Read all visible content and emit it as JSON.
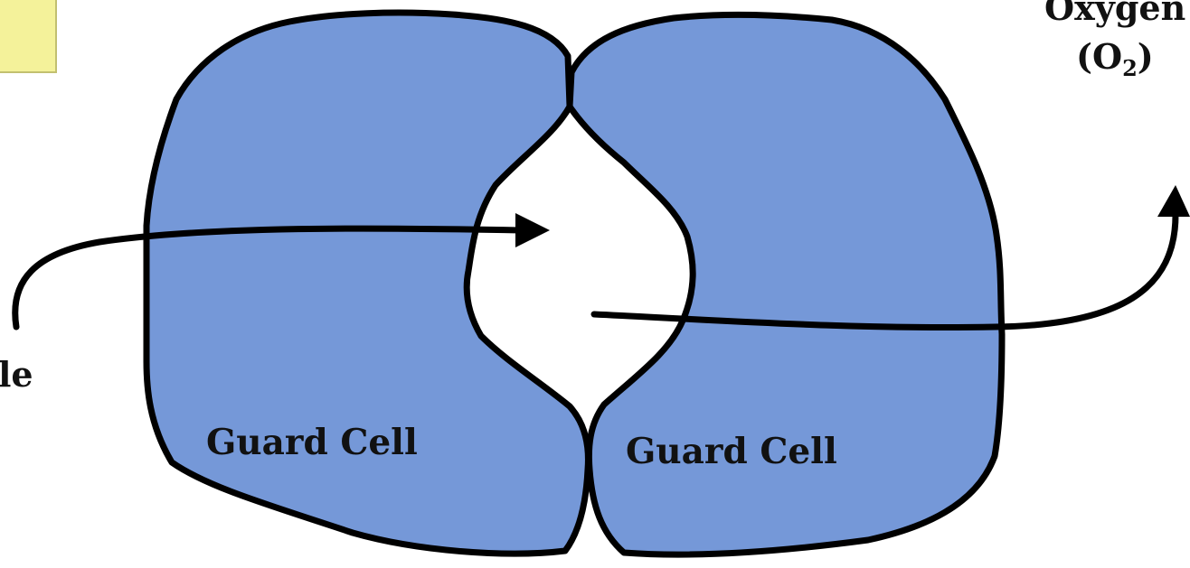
{
  "colors": {
    "guard_cell_fill": "#7598d8",
    "outline": "#000000",
    "corner_box_fill": "#f4f29a",
    "corner_box_border": "#c2c070",
    "background": "#ffffff"
  },
  "labels": {
    "guard_cell_left": "Guard Cell",
    "guard_cell_right": "Guard Cell",
    "oxygen_name": "Oxygen",
    "oxygen_formula_open": "(O",
    "oxygen_formula_sub": "2",
    "oxygen_formula_close": ")",
    "left_label_fragment": "le"
  },
  "arrows": {
    "incoming": "curved arrow entering the stoma pore from the left",
    "outgoing": "arrow leaving the stoma pore and curving up to oxygen"
  }
}
